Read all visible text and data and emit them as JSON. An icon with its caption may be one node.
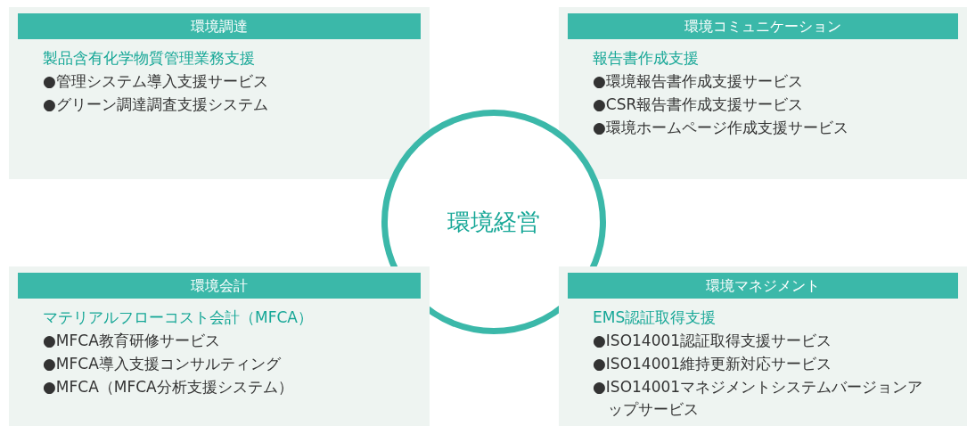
{
  "diagram": {
    "nodes": [
      {
        "text": [
          "環境調達",
          "製品含有化学物質管理業務支援",
          "●管理システム導入支援サービス",
          "●グリーン調達調査支援システム"
        ]
      },
      {
        "text": [
          "環境コミュニケーション",
          "報告書作成支援",
          "●環境報告書作成支援サービス",
          "●CSR報告書作成支援サービス",
          "●環境ホームページ作成支援サービス"
        ]
      },
      {
        "text": [
          "環境経営"
        ]
      },
      {
        "text": [
          "環境会計",
          "マテリアルフローコスト会計（MFCA）",
          "●MFCA教育研修サービス",
          "●MFCA導入支援コンサルティング",
          "●MFCA（MFCA分析支援システム）"
        ]
      },
      {
        "text": [
          "環境マネジメント",
          "EMS認証取得支援",
          "●ISO14001認証取得支援サービス",
          "●ISO14001維持更新対応サービス",
          "●ISO14001マネジメントシステムバージョンアップサービス"
        ]
      }
    ]
  }
}
